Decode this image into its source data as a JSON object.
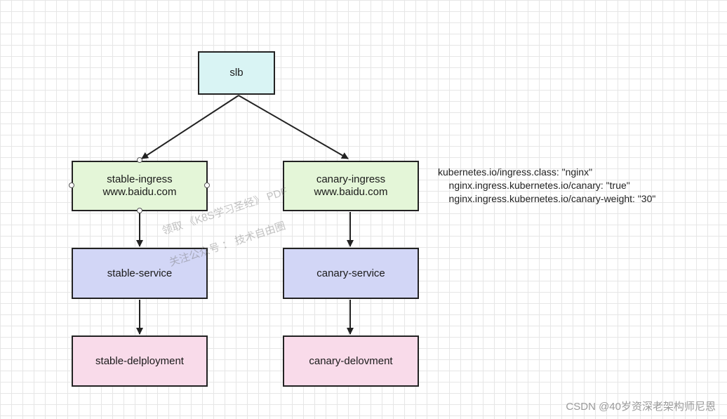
{
  "nodes": {
    "slb": {
      "label": "slb"
    },
    "stable_ingress": {
      "line1": "stable-ingress",
      "line2": "www.baidu.com"
    },
    "canary_ingress": {
      "line1": "canary-ingress",
      "line2": "www.baidu.com"
    },
    "stable_service": {
      "label": "stable-service"
    },
    "canary_service": {
      "label": "canary-service"
    },
    "stable_deployment": {
      "label": "stable-delployment"
    },
    "canary_deployment": {
      "label": "canary-delovment"
    }
  },
  "annotation": {
    "lines": [
      "kubernetes.io/ingress.class: \"nginx\"",
      "    nginx.ingress.kubernetes.io/canary: \"true\"",
      "    nginx.ingress.kubernetes.io/canary-weight: \"30\""
    ]
  },
  "watermark": {
    "line1": "领取 《K8S学习圣经》 PDF",
    "line2": "关注公众号 ：  技术自由圈"
  },
  "footer": {
    "text": "CSDN @40岁资深老架构师尼恩"
  },
  "colors": {
    "slb": "#d9f4f4",
    "ingress": "#e4f6d8",
    "service": "#d2d6f6",
    "deployment": "#f9dbea"
  }
}
